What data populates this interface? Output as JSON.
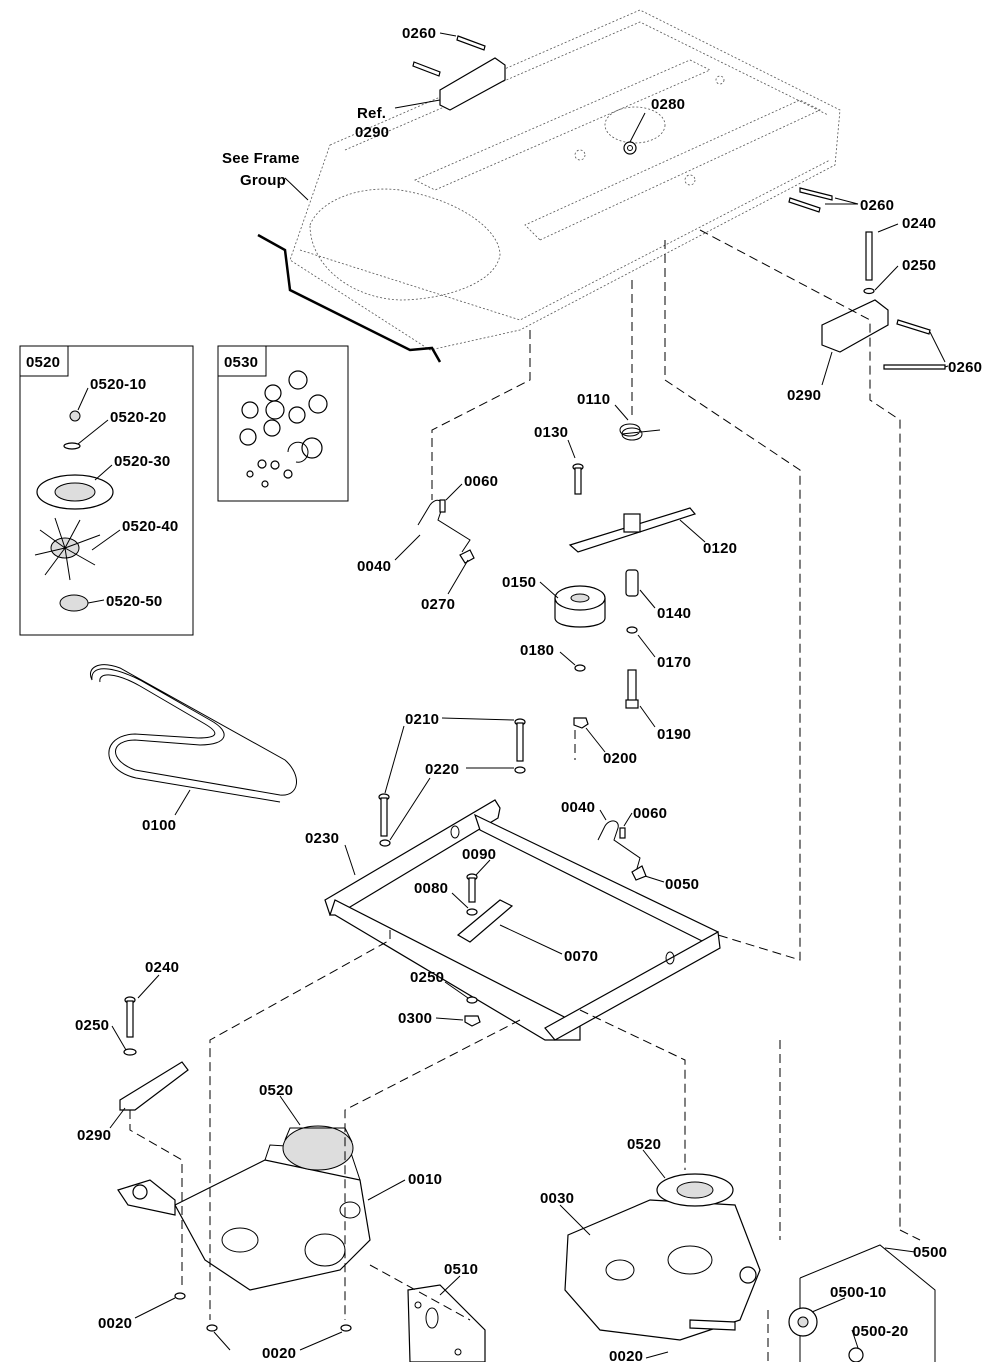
{
  "labels": {
    "l0260a": "0260",
    "lref1": "Ref.",
    "lref2": "0290",
    "l0280": "0280",
    "lframe1": "See Frame",
    "lframe2": "Group",
    "l0260b": "0260",
    "l0240a": "0240",
    "l0250a": "0250",
    "l0260c": "0260",
    "l0290a": "0290",
    "l0110": "0110",
    "l0130": "0130",
    "l0060a": "0060",
    "l0040a": "0040",
    "l0270": "0270",
    "l0120": "0120",
    "l0150": "0150",
    "l0140": "0140",
    "l0180": "0180",
    "l0170": "0170",
    "l0190": "0190",
    "l0200": "0200",
    "l0210": "0210",
    "l0220": "0220",
    "l0100": "0100",
    "l0230": "0230",
    "l0040b": "0040",
    "l0060b": "0060",
    "l0090": "0090",
    "l0050": "0050",
    "l0080": "0080",
    "l0070": "0070",
    "l0240b": "0240",
    "l0250b": "0250",
    "l0250c": "0250",
    "l0300": "0300",
    "l0290b": "0290",
    "l0520a": "0520",
    "l0010": "0010",
    "l0520b": "0520",
    "l0030": "0030",
    "l0500": "0500",
    "l0500_10": "0500-10",
    "l0500_20": "0500-20",
    "l0510": "0510",
    "l0020a": "0020",
    "l0020b": "0020",
    "l0020c": "0020"
  },
  "inset_0520": {
    "title": "0520",
    "items": [
      "0520-10",
      "0520-20",
      "0520-30",
      "0520-40",
      "0520-50"
    ]
  },
  "inset_0530": {
    "title": "0530"
  }
}
